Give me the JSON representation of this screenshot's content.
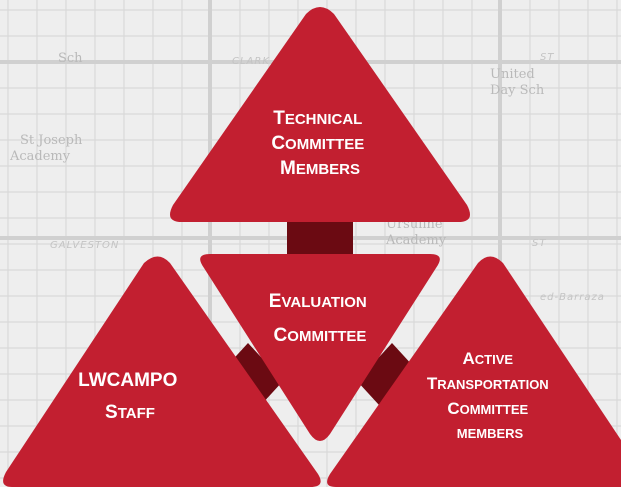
{
  "colors": {
    "triangle_fill": "#c21f30",
    "connector_fill": "#6b0a12",
    "label_text": "#ffffff",
    "map_background": "#eeeeee",
    "map_lines": "#d6d6d6"
  },
  "background_map": {
    "labels": [
      {
        "id": "school-1",
        "text": "Sch"
      },
      {
        "id": "st-joseph-line1",
        "text": "St Joseph"
      },
      {
        "id": "st-joseph-line2",
        "text": "Academy"
      },
      {
        "id": "united-line1",
        "text": "United"
      },
      {
        "id": "united-line2",
        "text": "Day Sch"
      },
      {
        "id": "ursuline-line1",
        "text": "Ursuline"
      },
      {
        "id": "ursuline-line2",
        "text": "Academy"
      }
    ],
    "streets": [
      {
        "id": "clark-st",
        "text": "CLARK"
      },
      {
        "id": "galveston-st",
        "text": "GALVESTON"
      },
      {
        "id": "st-top-right",
        "text": "ST"
      },
      {
        "id": "st-mid-right",
        "text": "ST"
      },
      {
        "id": "barraza",
        "text": "ed-Barraza"
      }
    ]
  },
  "nodes": {
    "technical": {
      "lines": [
        "Technical",
        "Committee",
        "Members"
      ]
    },
    "evaluation": {
      "lines": [
        "Evaluation",
        "Committee"
      ]
    },
    "staff": {
      "lines": [
        "LWCAMPO",
        "Staff"
      ]
    },
    "active": {
      "lines": [
        "Active",
        "Transportation",
        "Committee",
        "members"
      ]
    }
  }
}
